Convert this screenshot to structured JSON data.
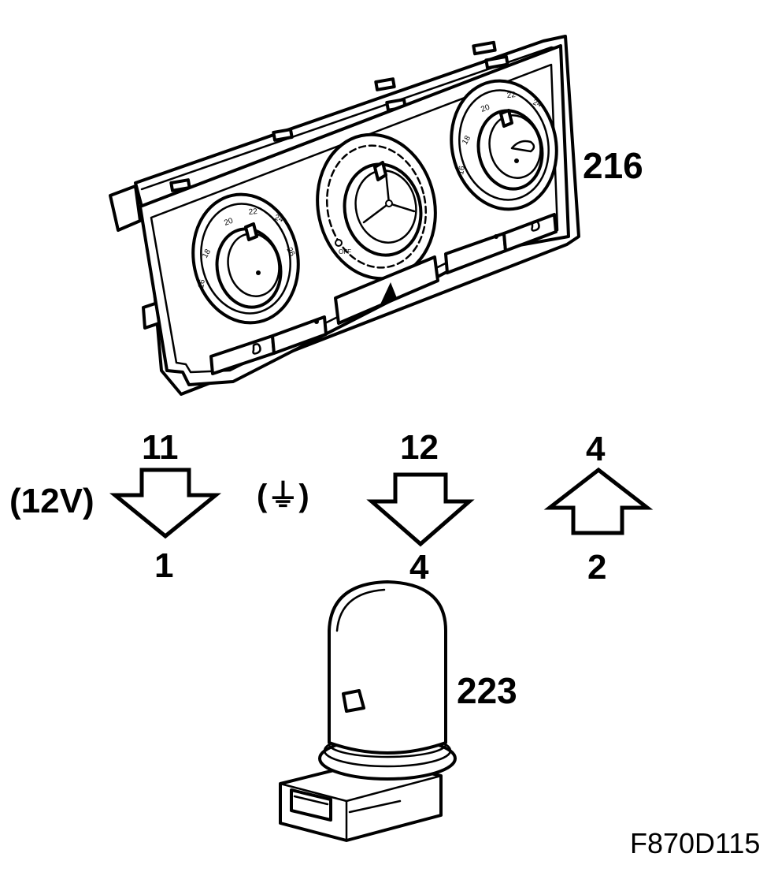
{
  "labels": {
    "control_panel": "216",
    "bulb": "223",
    "figure_code": "F870D115"
  },
  "dial_markings": {
    "left": [
      "16",
      "18",
      "20",
      "22",
      "24",
      "26"
    ],
    "right": [
      "16",
      "18",
      "20",
      "22",
      "24"
    ],
    "fan_off": "OFF"
  },
  "connections": [
    {
      "top": "11",
      "bottom": "1",
      "direction": "down",
      "note": "(12V)"
    },
    {
      "symbol": "(⏚)"
    },
    {
      "top": "12",
      "bottom": "4",
      "direction": "down"
    },
    {
      "top": "4",
      "bottom": "2",
      "direction": "up"
    }
  ]
}
